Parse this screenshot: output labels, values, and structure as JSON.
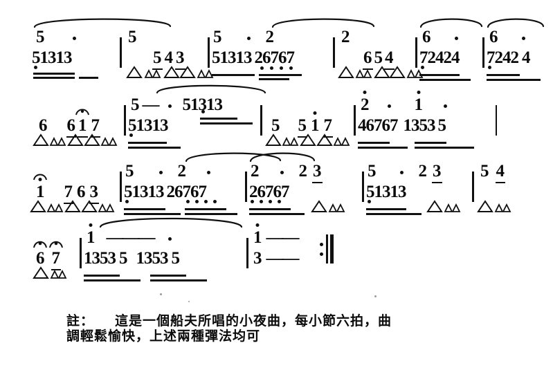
{
  "document": {
    "type": "jianpu-numbered-musical-notation",
    "background_color": "#ffffff",
    "ink_color": "#0a0a0a"
  },
  "score": {
    "systems": [
      {
        "id": "system-1",
        "measures": [
          {
            "upper": "5",
            "upper_dot": "",
            "lower": "51313",
            "low_dots": 2,
            "trail_dot": true
          },
          {
            "upper": "",
            "single": "5",
            "beats": [
              "big",
              "small",
              "big",
              "big",
              "small"
            ]
          },
          {
            "upper": "",
            "notes": "5 4 3"
          },
          {
            "upper": "5",
            "lower": "51313"
          },
          {
            "upper": "2",
            "lower": "26767",
            "low_dots": 4,
            "trail_dot": true
          },
          {
            "upper": "",
            "single": "2"
          },
          {
            "upper": "",
            "notes": "6 5 4"
          },
          {
            "upper": "6",
            "lower": "72424",
            "low_dots": 1,
            "trail_dot": true
          },
          {
            "upper": "6",
            "lower": "72424",
            "low_dots": 1,
            "trail_dot": true
          }
        ]
      },
      {
        "id": "system-2",
        "measures": [
          {
            "notes": "6  6 1 7"
          },
          {
            "upper": "5",
            "dash": "—",
            "lower": "51313",
            "trail_dot": true
          },
          {
            "lower": "51313"
          },
          {
            "notes": "5  5 1 7"
          },
          {
            "upper": "2",
            "upper_dot": true,
            "lower": "46767",
            "trail_dot": true
          },
          {
            "upper": "1",
            "upper_dot": true,
            "lower": "13535",
            "trail_dot": true
          }
        ]
      },
      {
        "id": "system-3",
        "measures": [
          {
            "notes": "1  7 6 3"
          },
          {
            "upper": "5",
            "lower": "51313",
            "trail_dot": true
          },
          {
            "upper": "2",
            "lower": "26767",
            "low_dots": 4,
            "trail_dot": true
          },
          {
            "upper": "2",
            "lower": "26767",
            "low_dots": 4,
            "trail_dot": true
          },
          {
            "notes": "2 3"
          },
          {
            "upper": "5",
            "lower": "51313",
            "trail_dot": true
          },
          {
            "notes": "2 3"
          },
          {
            "notes": "5 4"
          }
        ]
      },
      {
        "id": "system-4",
        "measures": [
          {
            "notes": "6 7",
            "fermata": true
          },
          {
            "upper": "1",
            "upper_dot": true,
            "lower": "13535",
            "dash": "——",
            "trail_dot": true
          },
          {
            "lower": "13535"
          },
          {
            "upper": "1",
            "upper_dot": true,
            "lower": "3",
            "dash": "——"
          },
          {
            "repeat": ":‖"
          }
        ]
      }
    ],
    "glyphs": {
      "bar_line": "|",
      "repeat_sign": ":‖",
      "fermata": "fermata-arc-with-dot",
      "beat_big": "triangle-accent",
      "beat_small": "double-triangle-accent",
      "sustain_dash": "—",
      "octave_dot_above": "·",
      "octave_dot_below": "·"
    },
    "note_digits": [
      "1",
      "2",
      "3",
      "4",
      "5",
      "6",
      "7"
    ]
  },
  "footnote": {
    "label": "註：",
    "text": "這是一個船夫所唱的小夜曲，每小節六拍，曲",
    "second_line_clipped": "調輕鬆愉快，上述兩種彈法均可"
  }
}
